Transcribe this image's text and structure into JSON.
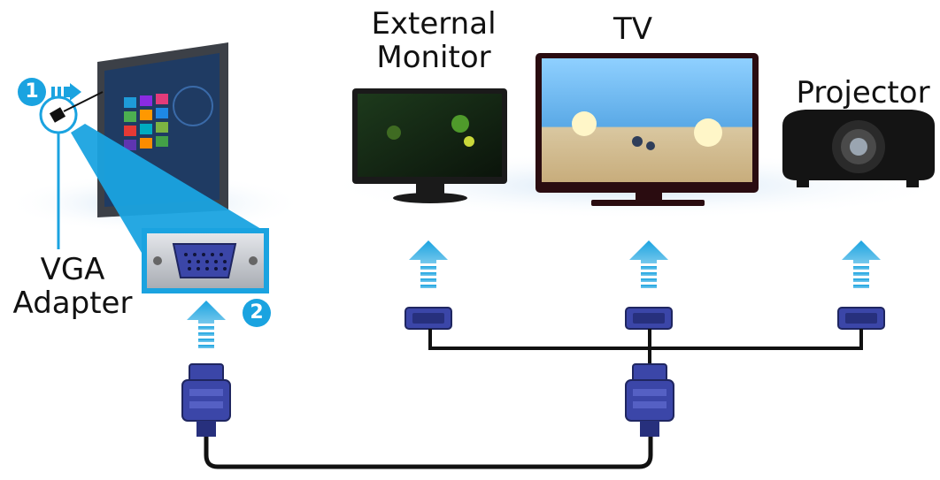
{
  "devices": {
    "external_monitor_label": "External\nMonitor",
    "tv_label": "TV",
    "projector_label": "Projector"
  },
  "adapter": {
    "label": "VGA\nAdapter"
  },
  "steps": {
    "step1": "1",
    "step2": "2"
  },
  "colors": {
    "accent_blue": "#1aa3e0",
    "connector_blue": "#3b46a8",
    "cable": "#111111"
  },
  "icons": [
    "tablet-icon",
    "monitor-icon",
    "tv-icon",
    "projector-icon",
    "vga-port-icon",
    "vga-cable-plug-icon",
    "arrow-up-icon",
    "arrow-right-icon"
  ]
}
